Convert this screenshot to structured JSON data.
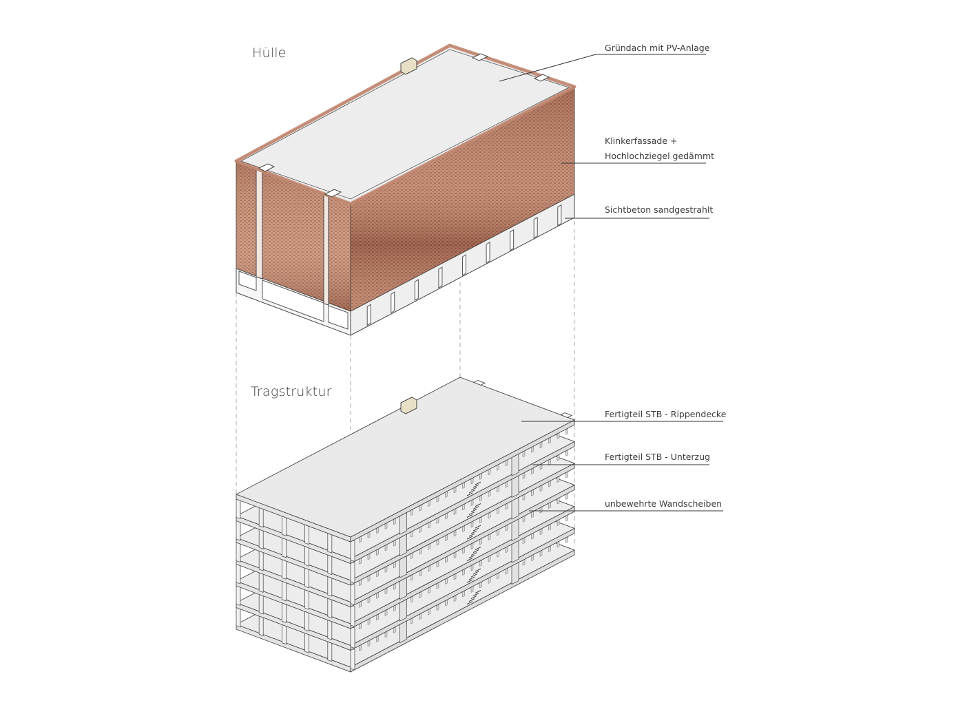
{
  "headings": {
    "envelope": "Hülle",
    "structure": "Tragstruktur"
  },
  "envelope_labels": {
    "roof": "Gründach mit PV-Anlage",
    "facade_line1": "Klinkerfassade +",
    "facade_line2": "Hochlochziegel gedämmt",
    "base": "Sichtbeton sandgestrahlt"
  },
  "structure_labels": {
    "slab": "Fertigteil STB - Rippendecke",
    "beam": "Fertigteil STB - Unterzug",
    "walls": "unbewehrte Wandscheiben"
  },
  "colors": {
    "brick": "#c8967e",
    "brick_dark": "#9c6550",
    "concrete": "#f4f4f4",
    "roof": "#ececec",
    "line": "#444444"
  }
}
